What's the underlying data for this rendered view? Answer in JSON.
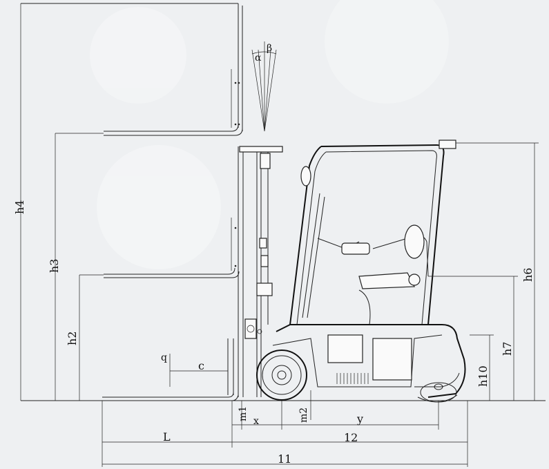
{
  "labels": {
    "h4": "h4",
    "h3": "h3",
    "h2": "h2",
    "q": "q",
    "c": "c",
    "alpha": "α",
    "beta": "β",
    "h6": "h6",
    "h7": "h7",
    "h10": "h10",
    "m1": "m1",
    "m2": "m2",
    "x": "x",
    "y": "y",
    "L": "L",
    "l2": "12",
    "l1": "11"
  },
  "colors": {
    "background": "#eef0f2",
    "line": "#222222"
  }
}
